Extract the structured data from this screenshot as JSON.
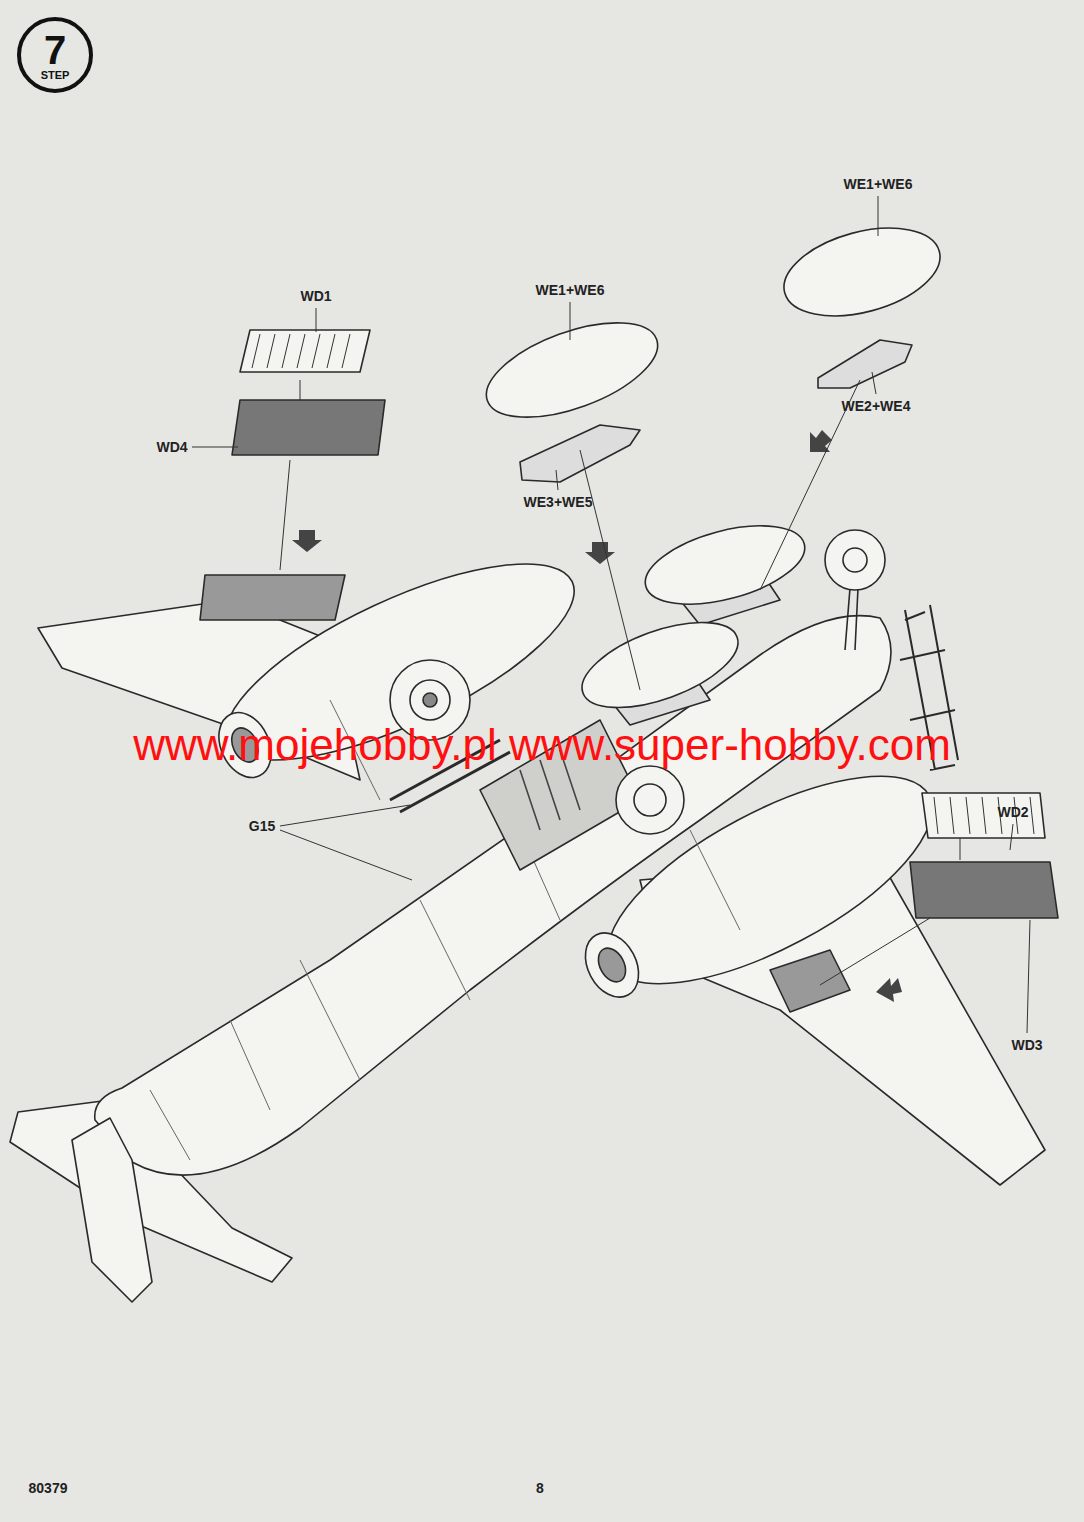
{
  "diagram": {
    "nodes": [
      {
        "text": [
          "7",
          "STEP"
        ]
      }
    ],
    "labels": [
      "WD1",
      "WD4",
      "WE1+WE6",
      "WE3+WE5",
      "WE1+WE6",
      "WE2+WE4",
      "G15",
      "WD2",
      "WD3",
      "www.mojehobby.pl www.super-hobby.com",
      "80379",
      "8"
    ]
  }
}
